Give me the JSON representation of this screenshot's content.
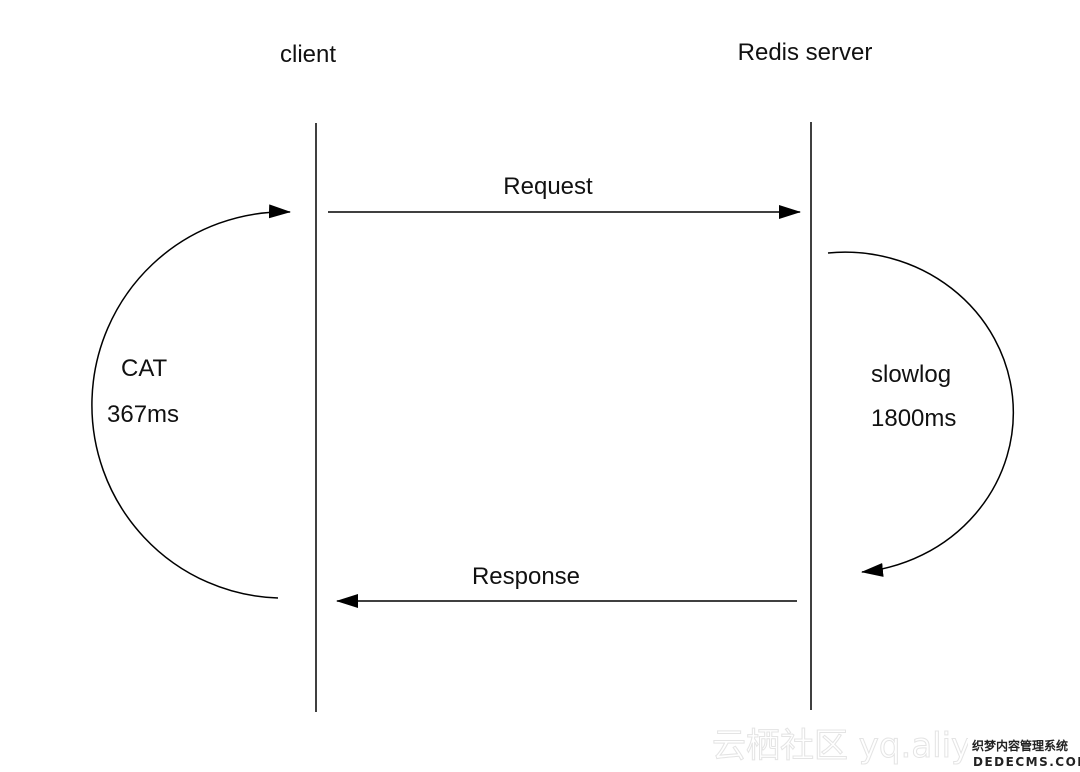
{
  "participants": {
    "client": "client",
    "server": "Redis server"
  },
  "messages": {
    "request": "Request",
    "response": "Response"
  },
  "client_timing": {
    "label": "CAT",
    "value": "367ms"
  },
  "server_timing": {
    "label": "slowlog",
    "value": "1800ms"
  },
  "watermarks": {
    "community": "云栖社区 yq.aliyu",
    "cms_cn": "织梦内容管理系统",
    "cms_en": "DEDECMS.COM"
  }
}
